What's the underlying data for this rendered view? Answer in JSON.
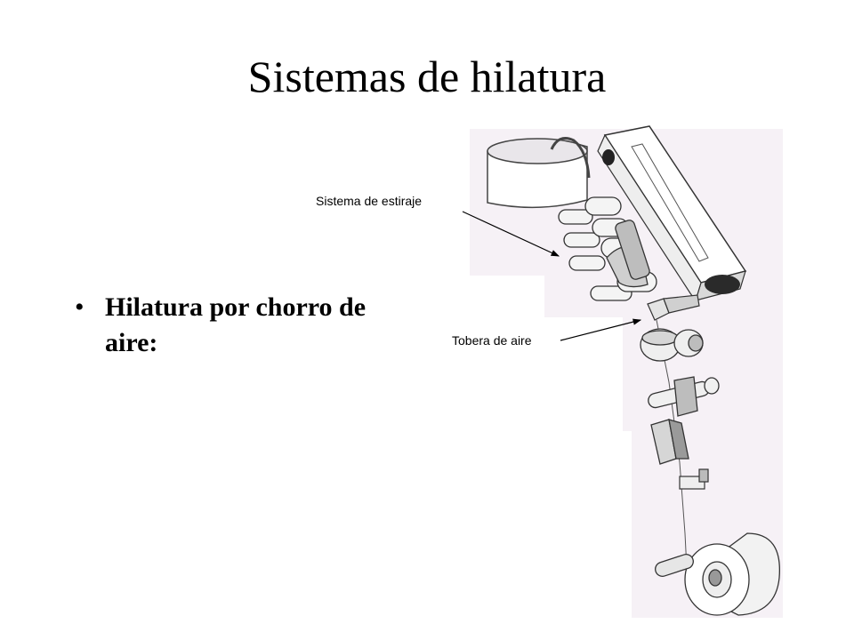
{
  "slide": {
    "title": "Sistemas de hilatura",
    "bullets": [
      {
        "text": "Hilatura por chorro de aire:"
      }
    ]
  },
  "figure": {
    "callouts": {
      "drafting_system": "Sistema de estiraje",
      "air_nozzle": "Tobera de aire"
    },
    "background_color": "#f6f1f6"
  }
}
